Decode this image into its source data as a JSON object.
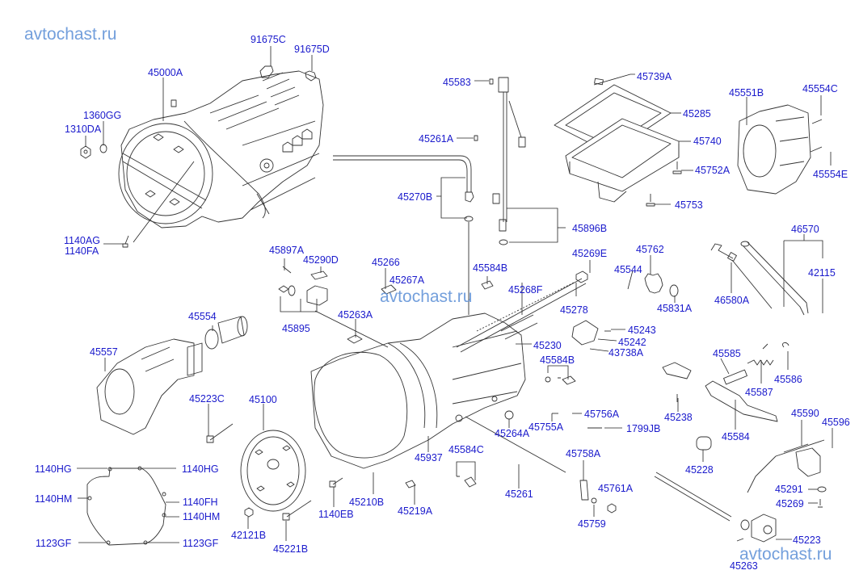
{
  "watermark": {
    "top_left": "avtochast.ru",
    "center": "avtochast.ru",
    "bottom_right": "avtochast.ru",
    "color": "#5b8fd6"
  },
  "label_color": "#1a1acc",
  "parts": {
    "p91675C": "91675C",
    "p91675D": "91675D",
    "p45000A": "45000A",
    "p1360GG": "1360GG",
    "p1310DA": "1310DA",
    "p1140AG": "1140AG",
    "p1140FA": "1140FA",
    "p45583": "45583",
    "p45261A": "45261A",
    "p45270B": "45270B",
    "p45739A": "45739A",
    "p45285": "45285",
    "p45740": "45740",
    "p45752A": "45752A",
    "p45753": "45753",
    "p45896B": "45896B",
    "p45551B": "45551B",
    "p45554C": "45554C",
    "p45554E": "45554E",
    "p46570": "46570",
    "p42115": "42115",
    "p46580A": "46580A",
    "p45897A": "45897A",
    "p45290D": "45290D",
    "p45266": "45266",
    "p45267A": "45267A",
    "p45895": "45895",
    "p45263A": "45263A",
    "p45584B_top": "45584B",
    "p45269E": "45269E",
    "p45268F": "45268F",
    "p45278": "45278",
    "p45762": "45762",
    "p45544": "45544",
    "p45831A": "45831A",
    "p45243": "45243",
    "p45242": "45242",
    "p43738A": "43738A",
    "p45230": "45230",
    "p45584B_mid": "45584B",
    "p45554": "45554",
    "p45557": "45557",
    "p45223C": "45223C",
    "p45100": "45100",
    "p45585": "45585",
    "p45587": "45587",
    "p45586": "45586",
    "p45238": "45238",
    "p45584": "45584",
    "p45756A": "45756A",
    "p45755A": "45755A",
    "p1799JB": "1799JB",
    "p45264A": "45264A",
    "p45937": "45937",
    "p45584C": "45584C",
    "p45758A": "45758A",
    "p45590": "45590",
    "p45596": "45596",
    "p45228": "45228",
    "p45261": "45261",
    "p45761A": "45761A",
    "p45759": "45759",
    "p45291": "45291",
    "p45269": "45269",
    "p45223": "45223",
    "p45263": "45263",
    "p45210B": "45210B",
    "p45219A": "45219A",
    "p1140EB": "1140EB",
    "p42121B": "42121B",
    "p45221B": "45221B",
    "p1140HG_l": "1140HG",
    "p1140HG_r": "1140HG",
    "p1140HM_l": "1140HM",
    "p1140FH": "1140FH",
    "p1140HM_r": "1140HM",
    "p1123GF_l": "1123GF",
    "p1123GF_r": "1123GF"
  }
}
